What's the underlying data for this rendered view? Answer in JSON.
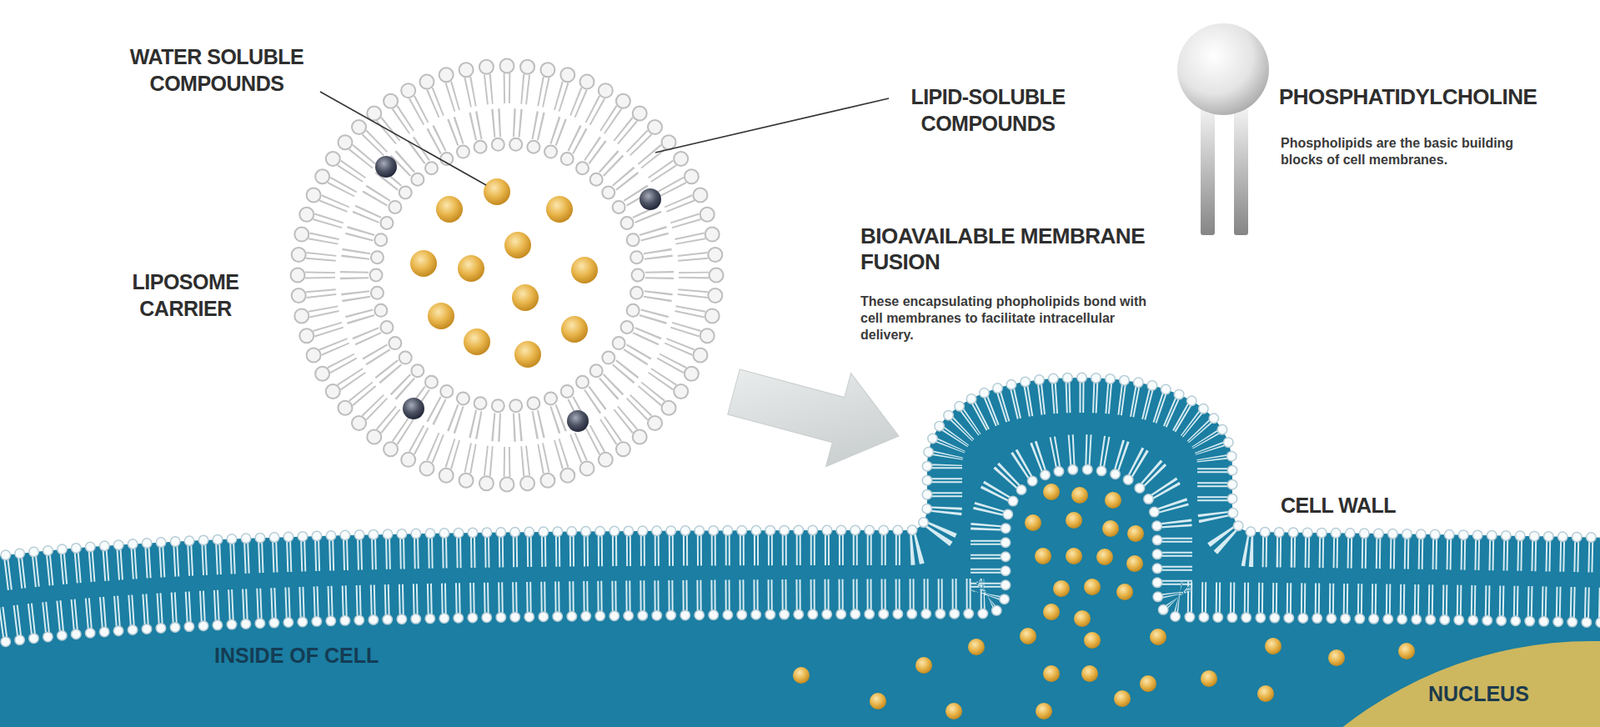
{
  "diagram": {
    "nodes": [
      {
        "text": [
          "INSIDE OF CELL"
        ]
      },
      {
        "text": [
          "NUCLEUS"
        ],
        "in": 0
      }
    ],
    "labels": [
      "WATER SOLUBLE COMPOUNDS",
      "LIPID-SOLUBLE COMPOUNDS",
      "LIPOSOME CARRIER",
      "PHOSPHATIDYLCHOLINE",
      "Phospholipids are the basic building blocks of cell membranes.",
      "BIOAVAILABLE MEMBRANE FUSION",
      "These encapsulating phopholipids bond with cell membranes to facilitate intracellular delivery.",
      "CELL WALL"
    ]
  }
}
